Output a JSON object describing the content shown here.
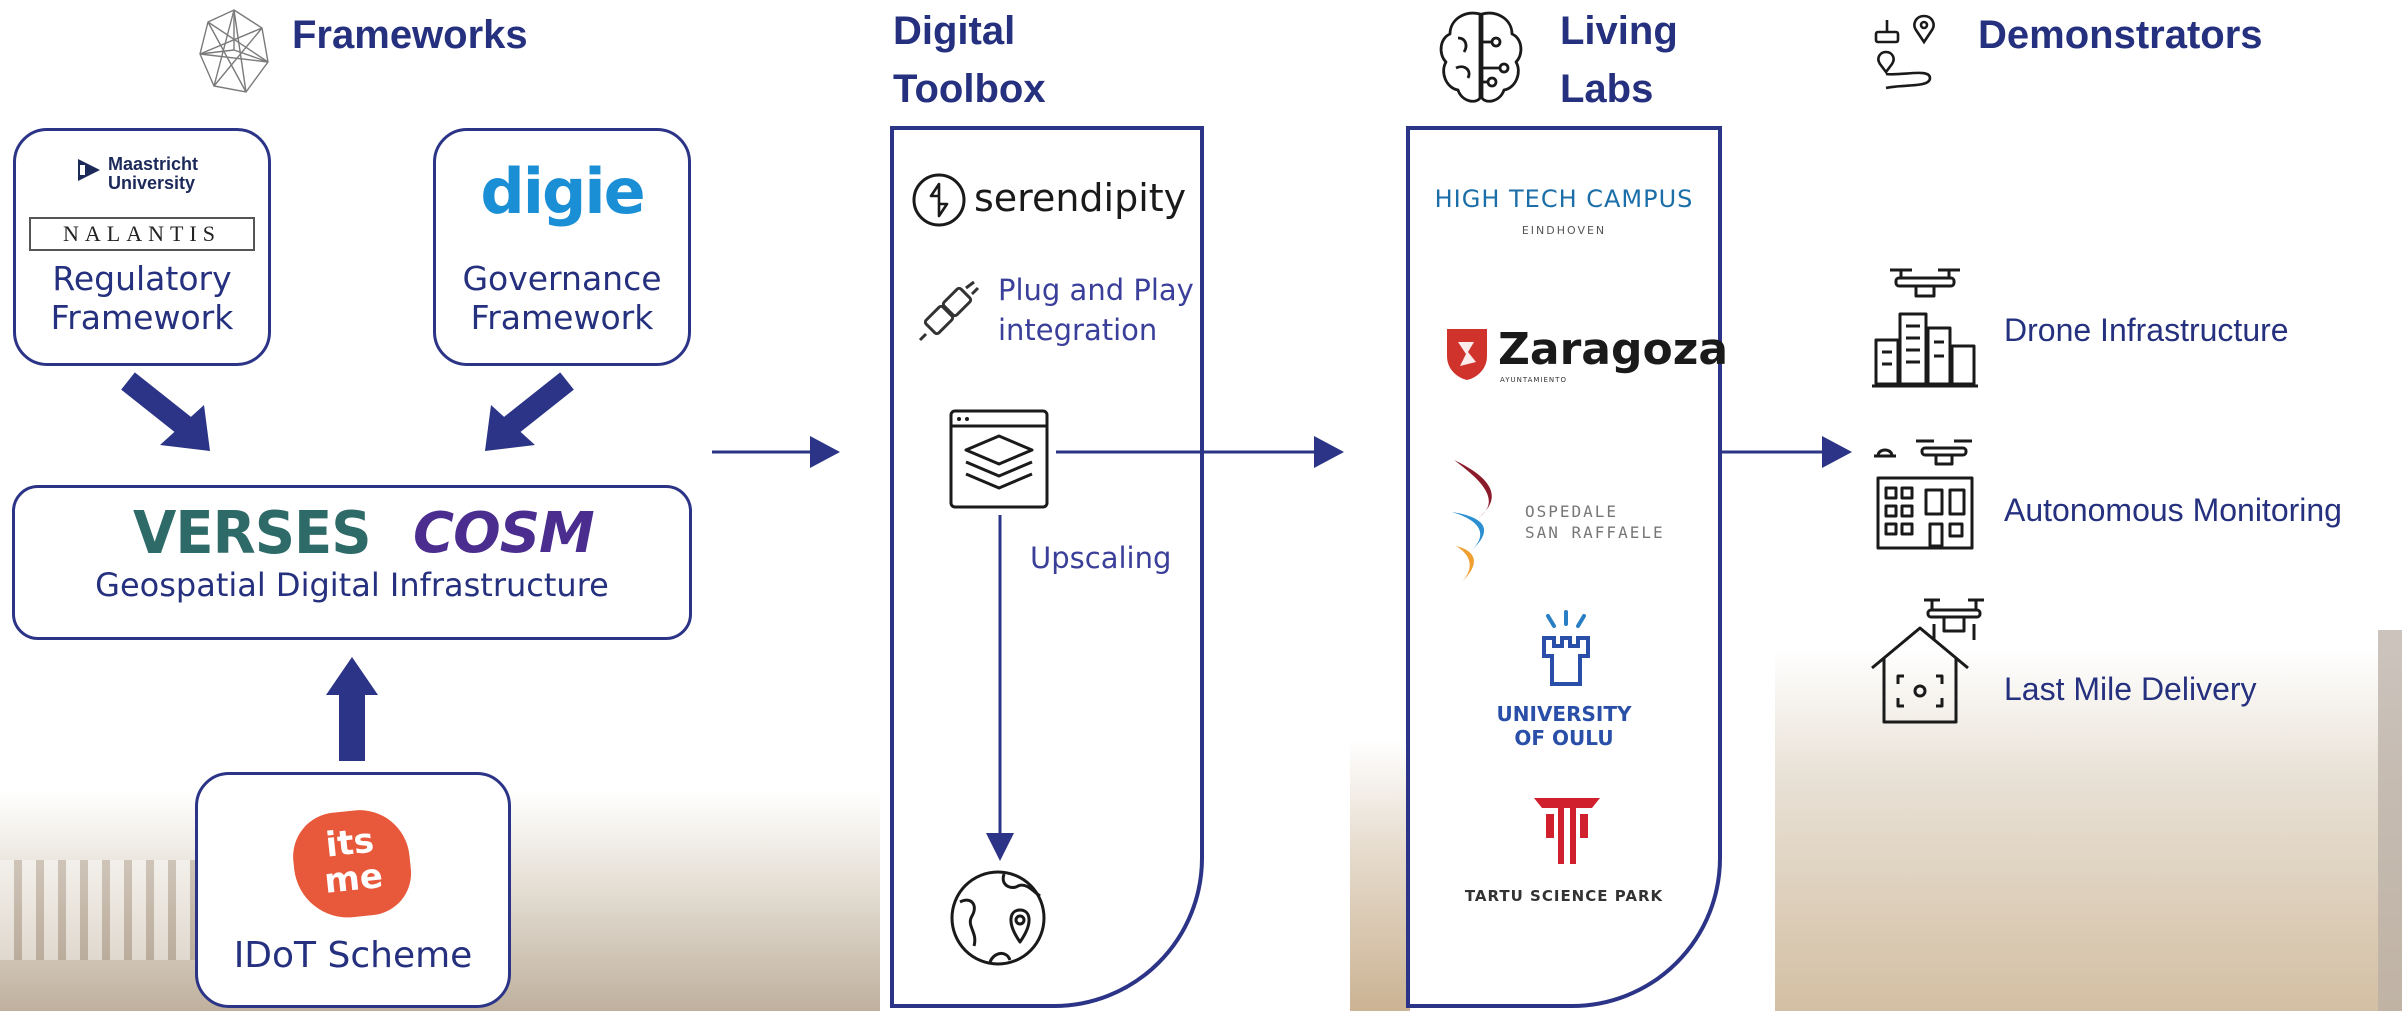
{
  "headings": {
    "frameworks": "Frameworks",
    "digital_toolbox_line1": "Digital",
    "digital_toolbox_line2": "Toolbox",
    "living_labs_line1": "Living",
    "living_labs_line2": "Labs",
    "demonstrators": "Demonstrators"
  },
  "frameworks": {
    "regulatory": {
      "logo_text_1": "Maastricht",
      "logo_text_2": "University",
      "logo_text_3": "NALANTIS",
      "label_line1": "Regulatory",
      "label_line2": "Framework"
    },
    "governance": {
      "logo_text": "digie",
      "label_line1": "Governance",
      "label_line2": "Framework"
    },
    "infrastructure": {
      "logo_verses": "VERSES",
      "logo_cosm": "COSM",
      "label": "Geospatial Digital Infrastructure"
    },
    "idot": {
      "logo_line1": "its",
      "logo_line2": "me",
      "label": "IDoT Scheme"
    }
  },
  "toolbox": {
    "serendipity": "serendipity",
    "plug_line1": "Plug and Play",
    "plug_line2": "integration",
    "upscaling": "Upscaling"
  },
  "living_labs": {
    "htc_line1": "HIGH TECH CAMPUS",
    "htc_line2": "EINDHOVEN",
    "zaragoza": "Zaragoza",
    "zaragoza_sub": "AYUNTAMIENTO",
    "ospedale_line1": "OSPEDALE",
    "ospedale_line2": "SAN RAFFAELE",
    "oulu_line1": "UNIVERSITY",
    "oulu_line2": "OF OULU",
    "tartu": "TARTU SCIENCE PARK"
  },
  "demonstrators": [
    {
      "label": "Drone Infrastructure",
      "icon": "drone-city-icon"
    },
    {
      "label": "Autonomous Monitoring",
      "icon": "drone-building-icon"
    },
    {
      "label": "Last Mile Delivery",
      "icon": "drone-house-icon"
    }
  ],
  "colors": {
    "primary": "#25307e",
    "arrow": "#2b3486",
    "verses": "#2e6b68",
    "cosm": "#4b2d8f",
    "itsme": "#e8583b",
    "digie": "#1b8fd6",
    "zaragoza": "#d0332c",
    "tartu": "#d0202e"
  }
}
